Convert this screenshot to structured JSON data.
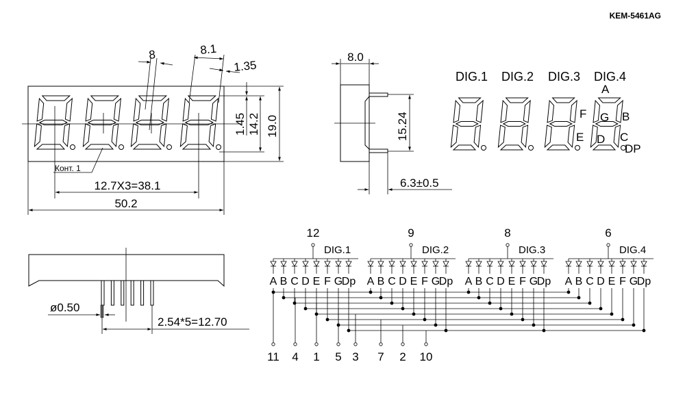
{
  "part_number": "KEM-5461AG",
  "front_view": {
    "digits": [
      {
        "index": 1
      },
      {
        "index": 2
      },
      {
        "index": 3
      },
      {
        "index": 4
      }
    ],
    "dim_segment_width": "8",
    "dim_digit_width": "8.1",
    "dim_seg_offset": "1.35",
    "dim_dp": "1.45",
    "dim_digit_height": "14.2",
    "dim_body_height": "19.0",
    "pin_label": "Конт. 1",
    "dim_pitch": "12.7X3=38.1",
    "dim_total_width": "50.2"
  },
  "side_view": {
    "dim_depth": "8.0",
    "dim_pin_span": "15.24",
    "dim_pin_length": "6.3±0.5"
  },
  "segment_map": {
    "digit_labels": [
      "DIG.1",
      "DIG.2",
      "DIG.3",
      "DIG.4"
    ],
    "segment_labels": {
      "a": "A",
      "b": "B",
      "c": "C",
      "d": "D",
      "e": "E",
      "f": "F",
      "g": "G",
      "dp": "DP"
    }
  },
  "bottom_view": {
    "dim_pin_diameter": "ø0.50",
    "dim_pin_pitch": "2.54*5=12.70"
  },
  "circuit": {
    "common_pins": [
      {
        "pin": "12",
        "label": "DIG.1"
      },
      {
        "pin": "9",
        "label": "DIG.2"
      },
      {
        "pin": "8",
        "label": "DIG.3"
      },
      {
        "pin": "6",
        "label": "DIG.4"
      }
    ],
    "segment_names": [
      "A",
      "B",
      "C",
      "D",
      "E",
      "F",
      "G",
      "Dp"
    ],
    "segment_pins": [
      "11",
      "4",
      "1",
      "5",
      "3",
      "7",
      "2",
      "10"
    ]
  }
}
